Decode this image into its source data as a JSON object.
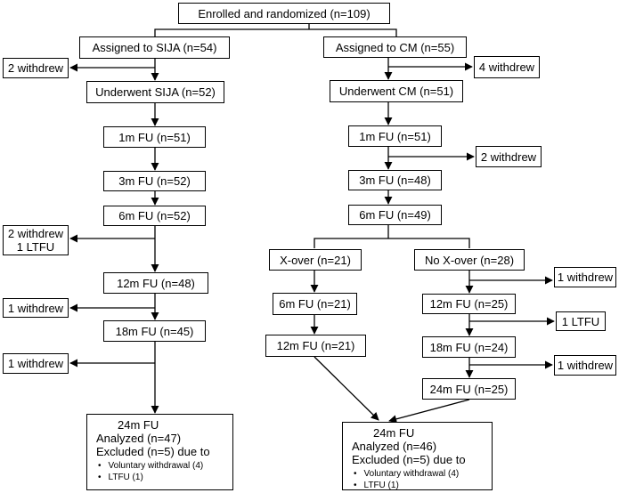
{
  "enrolled": "Enrolled and randomized (n=109)",
  "sija": {
    "assigned": "Assigned to SIJA (n=54)",
    "withdrew_1": "2 withdrew",
    "underwent": "Underwent SIJA (n=52)",
    "fu_1m": "1m FU (n=51)",
    "fu_3m": "3m FU (n=52)",
    "fu_6m": "6m FU (n=52)",
    "loss_6m": [
      "2 withdrew",
      "1 LTFU"
    ],
    "fu_12m": "12m FU (n=48)",
    "withdrew_12m": "1 withdrew",
    "fu_18m": "18m FU (n=45)",
    "withdrew_18m": "1 withdrew",
    "final": {
      "title": "24m FU",
      "analyzed": "Analyzed (n=47)",
      "excluded": "Excluded (n=5) due to",
      "reasons": [
        "Voluntary withdrawal (4)",
        "LTFU (1)"
      ]
    }
  },
  "cm": {
    "assigned": "Assigned to CM (n=55)",
    "withdrew_1": "4 withdrew",
    "underwent": "Underwent CM (n=51)",
    "fu_1m": "1m FU (n=51)",
    "withdrew_1m": "2 withdrew",
    "fu_3m": "3m FU (n=48)",
    "fu_6m": "6m FU (n=49)",
    "xover": {
      "label": "X-over (n=21)",
      "fu_6m": "6m FU (n=21)",
      "fu_12m": "12m FU (n=21)"
    },
    "no_xover": {
      "label": "No X-over (n=28)",
      "withdrew_a": "1 withdrew",
      "fu_12m": "12m FU (n=25)",
      "ltfu": "1 LTFU",
      "fu_18m": "18m FU (n=24)",
      "withdrew_b": "1 withdrew",
      "fu_24m": "24m FU (n=25)"
    },
    "final": {
      "title": "24m FU",
      "analyzed": "Analyzed (n=46)",
      "excluded": "Excluded (n=5) due to",
      "reasons": [
        "Voluntary withdrawal (4)",
        "LTFU (1)"
      ]
    }
  }
}
